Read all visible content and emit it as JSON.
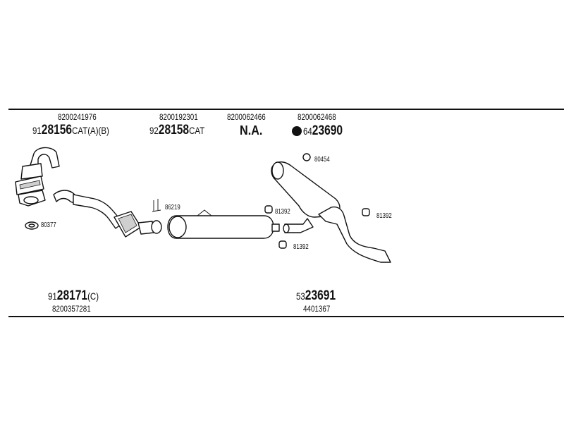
{
  "header_parts": [
    {
      "oem": "8200241976",
      "code_prefix": "91",
      "code_main": "28156",
      "code_suffix": "CAT(A)(B)"
    },
    {
      "oem": "8200192301",
      "code_prefix": "92",
      "code_main": "28158",
      "code_suffix": "CAT"
    },
    {
      "oem": "8200062466",
      "status": "N.A."
    },
    {
      "oem": "8200062468",
      "code_prefix": "64",
      "code_main": "23690",
      "code_suffix": ""
    }
  ],
  "callouts": {
    "c80377": "80377",
    "c86219": "86219",
    "c81392_a": "81392",
    "c81392_b": "81392",
    "c81392_c": "81392",
    "c80454": "80454"
  },
  "footer_parts": [
    {
      "code_prefix": "91",
      "code_main": "28171",
      "code_suffix": "(C)",
      "oem": "8200357281"
    },
    {
      "code_prefix": "53",
      "code_main": "23691",
      "code_suffix": "",
      "oem": "4401367"
    }
  ],
  "icons": [
    "catalytic-converter",
    "front-pipe",
    "middle-silencer",
    "rear-silencer",
    "gasket",
    "rubber-hanger",
    "clamp",
    "bracket",
    "filled-dot"
  ]
}
